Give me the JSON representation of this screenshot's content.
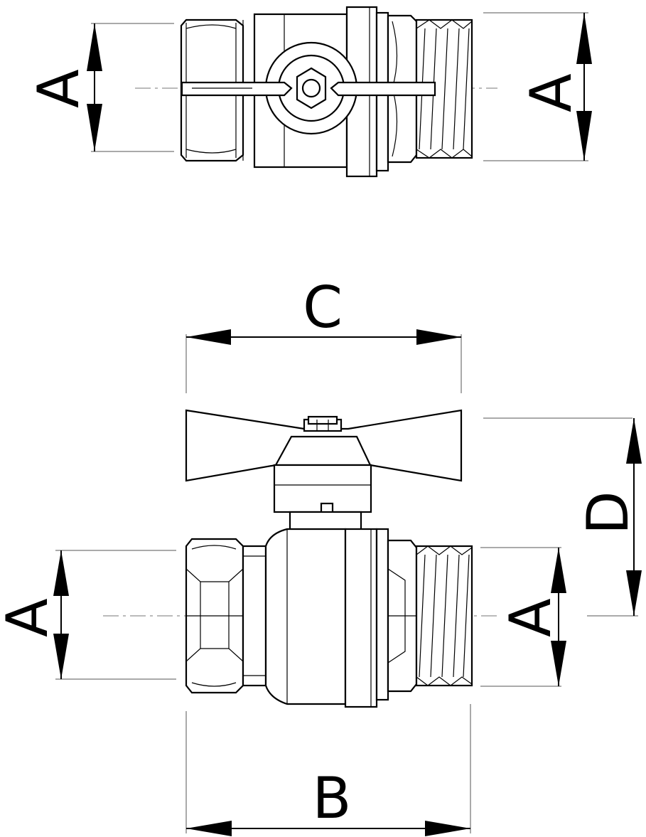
{
  "drawing": {
    "views": [
      "top-view",
      "front-view"
    ],
    "dimensions": {
      "top_left_a": "A",
      "top_right_a": "A",
      "width_c": "C",
      "height_d": "D",
      "front_left_a": "A",
      "front_right_a": "A",
      "length_b": "B"
    }
  }
}
